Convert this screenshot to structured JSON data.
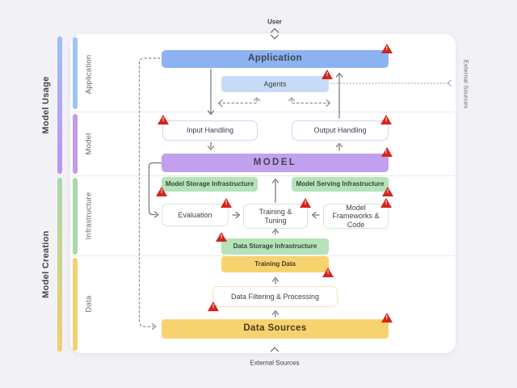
{
  "colors": {
    "application_blue": "#8db2f2",
    "agents_blue": "#c7dbf8",
    "model_purple": "#c2a0ef",
    "infra_green": "#b5e2b8",
    "data_yellow": "#f7d370",
    "warning_red": "#d2251c",
    "row_bar_blue": "#9fc2f7",
    "row_bar_purple": "#c09bee",
    "row_bar_green": "#a8d9ac",
    "row_bar_yellow": "#f6cf72",
    "usage_bar_top": "#9fc0f6",
    "usage_bar_bottom": "#bd93ec",
    "creation_bar_top": "#a6d8aa",
    "creation_bar_bottom": "#f4cd70"
  },
  "outer": {
    "user": "User",
    "external_sources_bottom": "External Sources",
    "external_sources_right": "External Sources"
  },
  "sections": {
    "usage_title": "Model Usage",
    "creation_title": "Model Creation",
    "application_row": "Application",
    "model_row": "Model",
    "infrastructure_row": "Infrastructure",
    "data_row": "Data"
  },
  "nodes": {
    "application": "Application",
    "agents": "Agents",
    "input_handling": "Input Handling",
    "output_handling": "Output Handling",
    "model": "MODEL",
    "model_storage": "Model Storage Infrastructure",
    "model_serving": "Model Serving Infrastructure",
    "evaluation": "Evaluation",
    "training_tuning": "Training & Tuning",
    "frameworks": "Model Frameworks & Code",
    "data_storage": "Data Storage Infrastructure",
    "training_data": "Training Data",
    "data_filtering": "Data Filtering & Processing",
    "data_sources": "Data Sources"
  },
  "icons": {
    "warning": "warning-triangle"
  }
}
